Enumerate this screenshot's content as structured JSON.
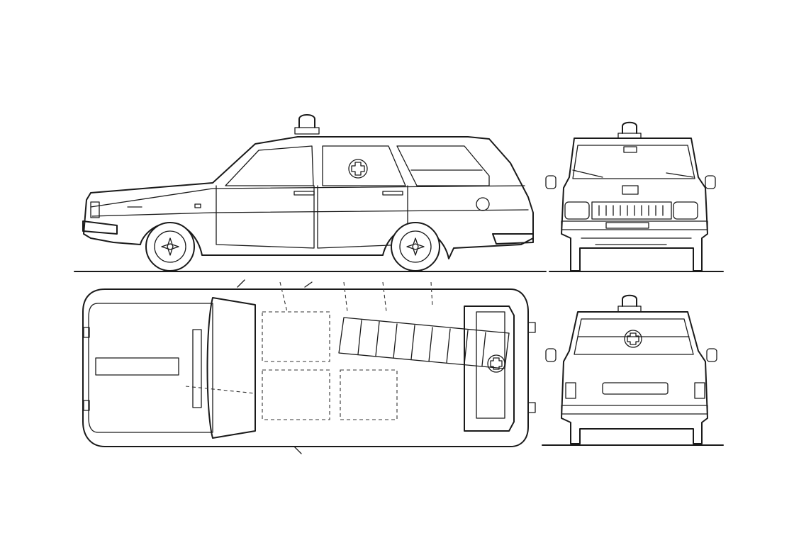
{
  "drawing": {
    "views": [
      {
        "id": "side",
        "icon": "side-view-station-wagon-ambulance"
      },
      {
        "id": "front",
        "icon": "front-view-station-wagon-ambulance"
      },
      {
        "id": "top",
        "icon": "top-view-station-wagon-ambulance-with-stretcher"
      },
      {
        "id": "rear",
        "icon": "rear-view-station-wagon-ambulance"
      }
    ],
    "line_color": "#1a1a1a",
    "background": "#ffffff"
  }
}
